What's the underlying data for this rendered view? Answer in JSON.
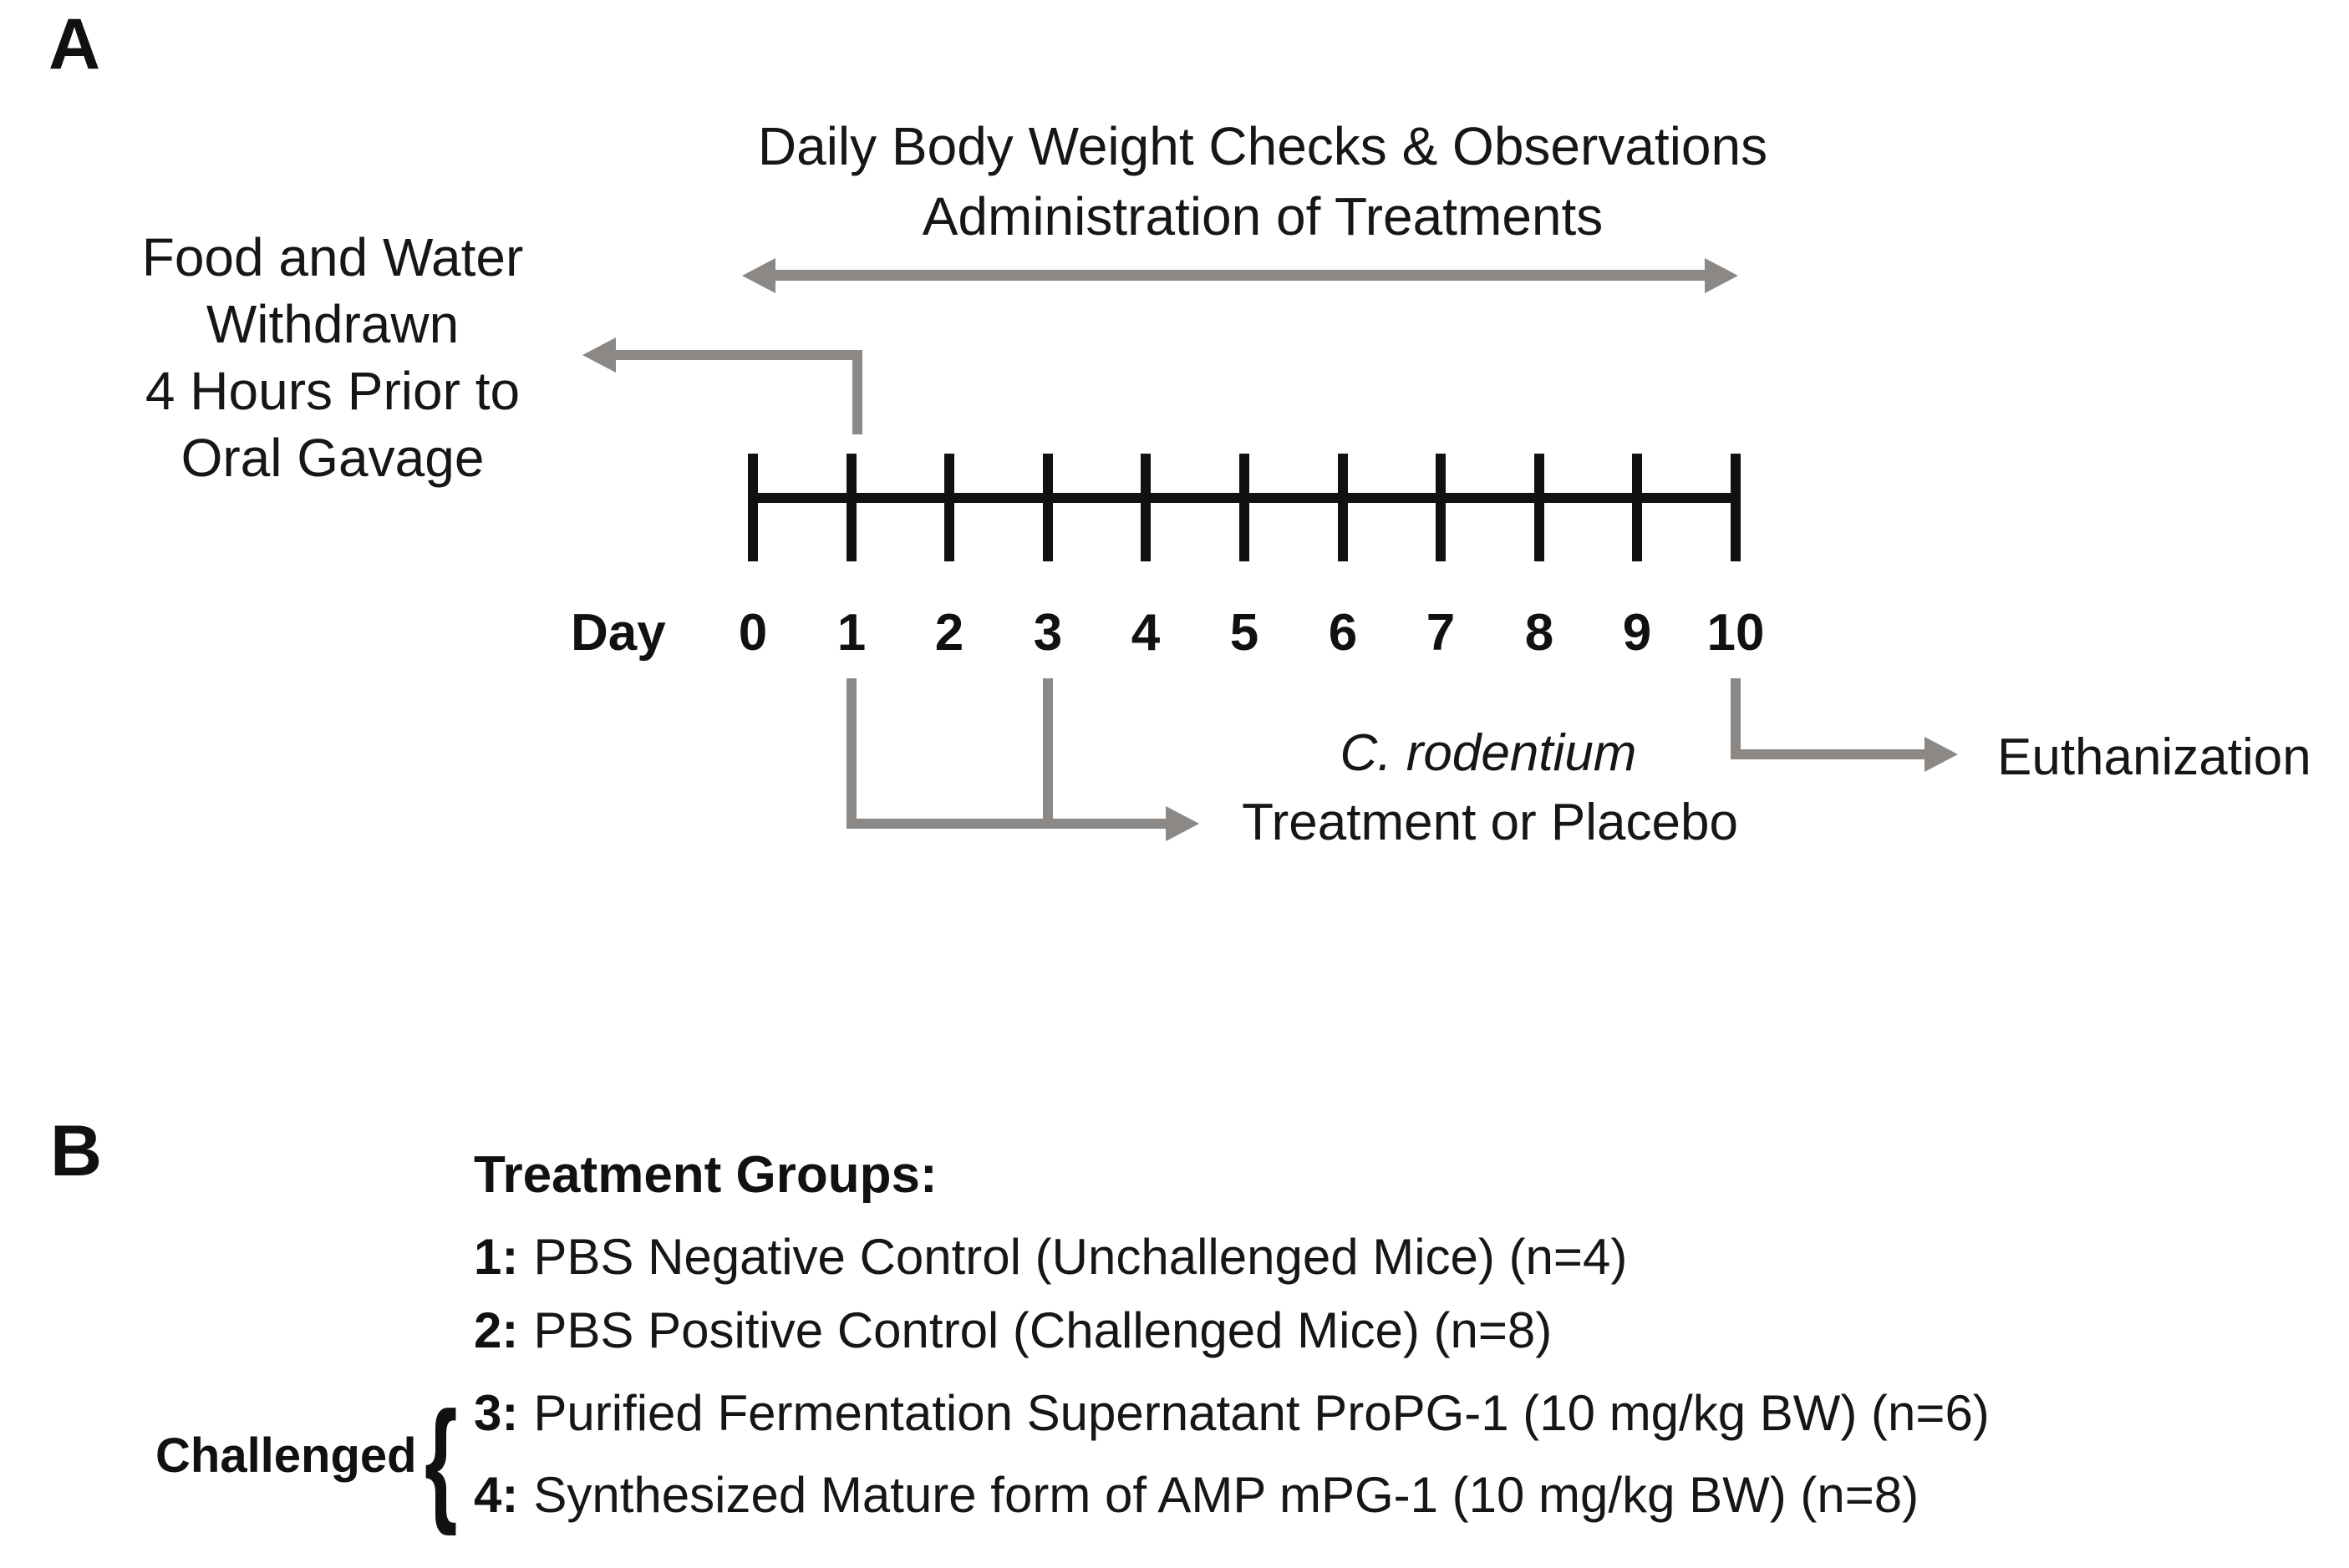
{
  "panel_a": {
    "label": "A",
    "top_caption_line1": "Daily Body Weight Checks & Observations",
    "top_caption_line2": "Administration of Treatments",
    "left_note_lines": [
      "Food and Water",
      "Withdrawn",
      "4 Hours Prior to",
      "Oral Gavage"
    ],
    "day_label": "Day",
    "day_ticks": [
      "0",
      "1",
      "2",
      "3",
      "4",
      "5",
      "6",
      "7",
      "8",
      "9",
      "10"
    ],
    "challenge_note_line1": "C. rodentium",
    "challenge_note_line2": "Treatment or Placebo",
    "euthanization_label": "Euthanization"
  },
  "panel_b": {
    "label": "B",
    "heading": "Treatment Groups:",
    "groups": [
      {
        "num": "1:",
        "text": "PBS Negative Control (Unchallenged Mice) (n=4)"
      },
      {
        "num": "2:",
        "text": "PBS Positive Control (Challenged Mice) (n=8)"
      },
      {
        "num": "3:",
        "text": "Purified Fermentation Supernatant ProPG-1 (10 mg/kg BW) (n=6)"
      },
      {
        "num": "4:",
        "text": "Synthesized Mature form of AMP mPG-1 (10 mg/kg BW) (n=8)"
      }
    ],
    "challenged_label": "Challenged",
    "brace_glyph": "{"
  },
  "colors": {
    "background": "#ffffff",
    "text": "#111111",
    "arrow_gray": "#8b8885",
    "timeline_black": "#111111"
  }
}
